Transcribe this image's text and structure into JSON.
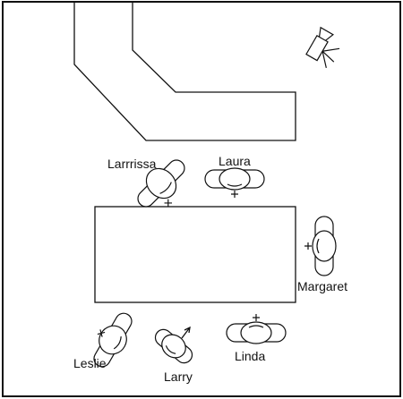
{
  "people": [
    {
      "name": "Larrrissa"
    },
    {
      "name": "Laura"
    },
    {
      "name": "Margaret"
    },
    {
      "name": "Leslie"
    },
    {
      "name": "Larry"
    },
    {
      "name": "Linda"
    }
  ],
  "icons": {
    "camera": "video-camera-icon",
    "table": "table-rectangle",
    "counter": "l-shaped-counter"
  },
  "colors": {
    "stroke": "#111111",
    "background": "#ffffff"
  }
}
